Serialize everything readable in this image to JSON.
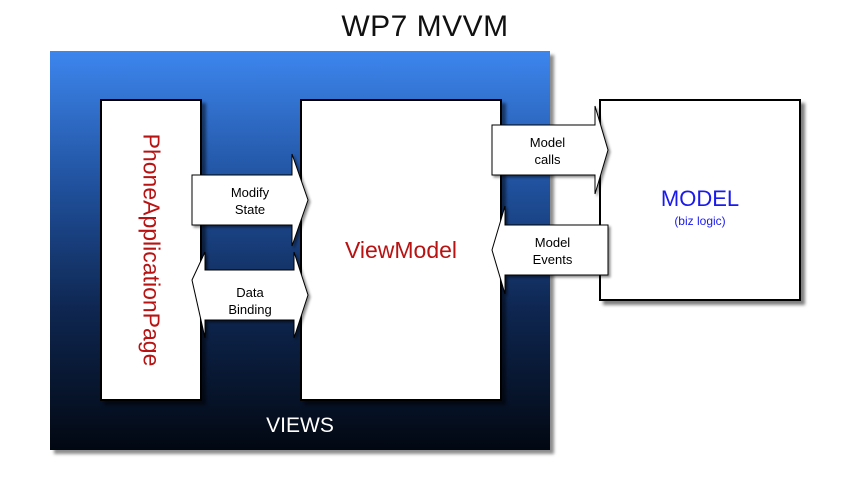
{
  "title": "WP7 MVVM",
  "views_label": "VIEWS",
  "phone_page_label": "PhoneApplicationPage",
  "viewmodel_label": "ViewModel",
  "model": {
    "label": "MODEL",
    "sublabel": "(biz logic)"
  },
  "arrows": {
    "modify_state": [
      "Modify",
      "State"
    ],
    "data_binding": [
      "Data",
      "Binding"
    ],
    "model_calls": [
      "Model",
      "calls"
    ],
    "model_events": [
      "Model",
      "Events"
    ]
  },
  "colors": {
    "panel_top": "#3d86ee",
    "panel_bottom": "#020812",
    "red_text": "#b81212",
    "blue_text": "#1a1aee"
  }
}
